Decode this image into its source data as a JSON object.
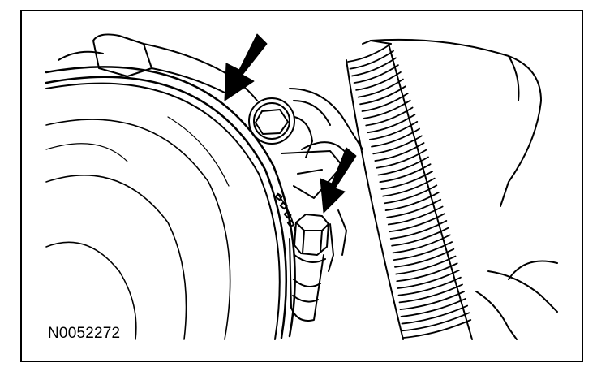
{
  "figure": {
    "id_label": "N0052272"
  },
  "colors": {
    "line": "#000000",
    "background": "#ffffff"
  },
  "callouts": [
    {
      "name": "arrow-clamp-band",
      "points_to": "clamp-band"
    },
    {
      "name": "arrow-clamp-screw",
      "points_to": "clamp-screw"
    }
  ]
}
